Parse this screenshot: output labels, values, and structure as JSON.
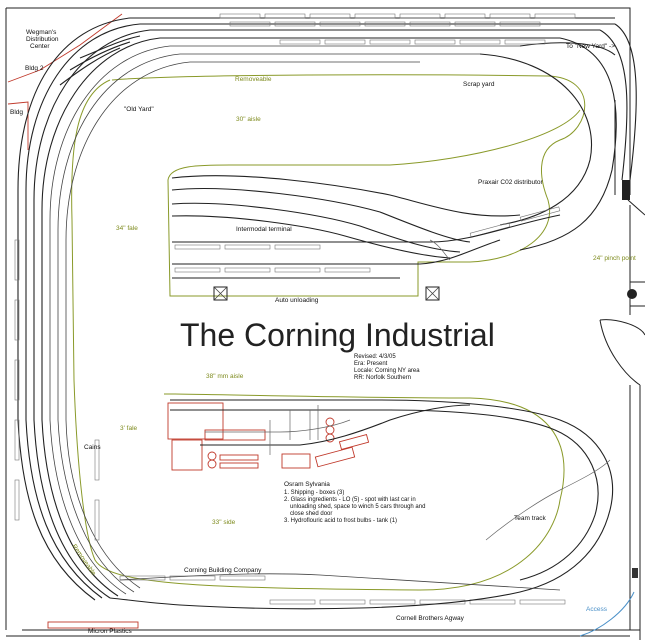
{
  "title": "The Corning Industrial",
  "revision": {
    "revised": "Revised: 4/3/05",
    "era": "Era: Present",
    "locale": "Locale: Corning NY area",
    "railroad": "RR: Norfolk Southern"
  },
  "labels": {
    "wegmans": [
      "Wegman's",
      "Distribution",
      "Center"
    ],
    "bldg2": "Bldg 2",
    "bldg": "Bldg",
    "old_yard": "\"Old Yard\"",
    "new_yard": "To \"New Yard\" ->",
    "scrap_yard": "Scrap yard",
    "praxair": "Praxair C02 distributor",
    "intermodal": "Intermodal terminal",
    "auto_unloading": "Auto unloading",
    "cains": "Cains",
    "team_track": "Team track",
    "corning_building": "Corning Building Company",
    "cornell_brothers": "Cornell Brothers Agway",
    "micron": "Micron Plastics"
  },
  "aisle_labels": {
    "removeable_top": "Removeable",
    "aisle_30": "30\" aisle",
    "aisle_34": "34\" fale",
    "pinch_24": "24\" pinch point",
    "aisle_38": "38\" mm aisle",
    "aisle_3": "3' fale",
    "aisle_33": "33\" side",
    "removeable_bottom": "Removeable",
    "access": "Access"
  },
  "osram": {
    "heading": "Osram Sylvania",
    "lines": [
      "1. Shipping - boxes (3)",
      "2. Glass ingredients - LO (5) - spot with last car in",
      "    unloading shed, space to winch 5 cars through and",
      "    close shed door",
      "3. Hydroflouric acid to frost bulbs - tank (1)"
    ]
  },
  "colors": {
    "track": "#222222",
    "aisle": "#8a9a2a",
    "structure": "#c0392b",
    "access": "#4a90c8"
  }
}
